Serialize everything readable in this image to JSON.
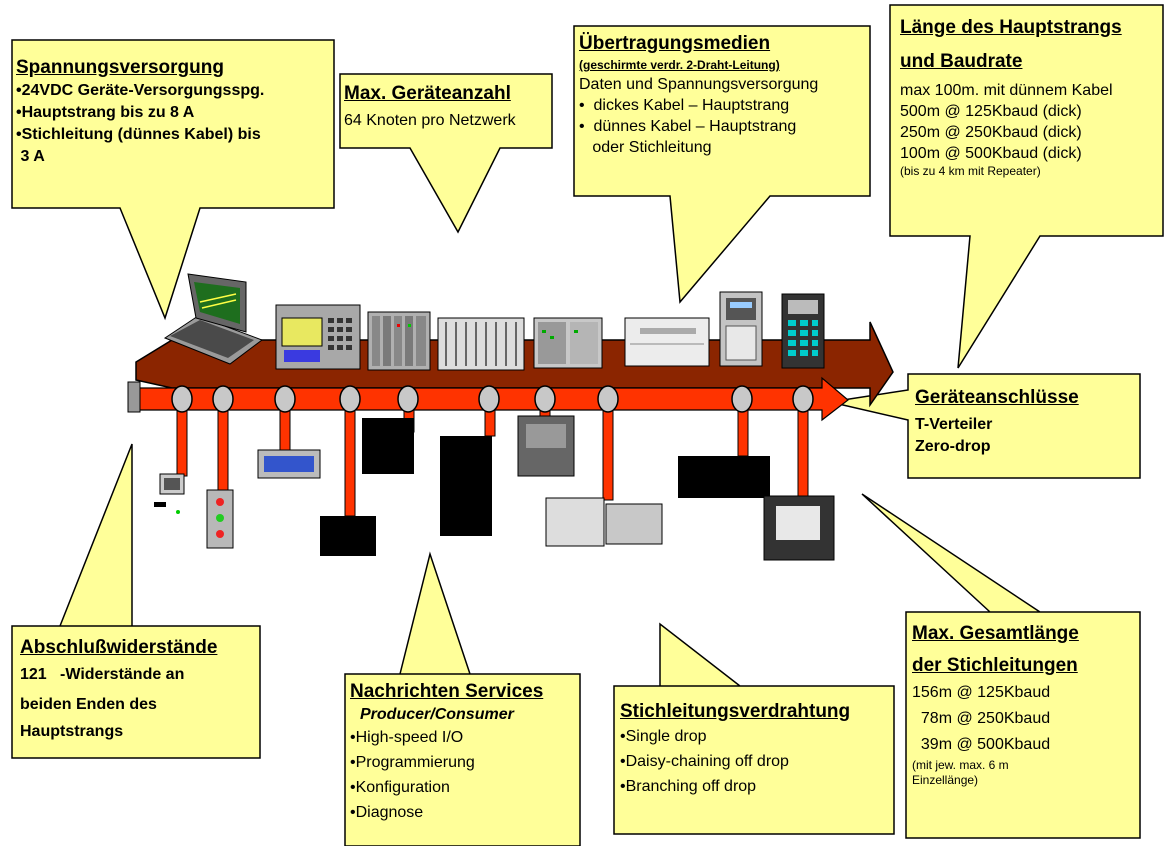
{
  "callouts": {
    "spannung": {
      "title": "Spannungsversorgung",
      "lines": [
        "•24VDC Geräte-Versorgungsspg.",
        "•Hauptstrang bis zu 8 A",
        "•Stichleitung (dünnes Kabel) bis",
        " 3 A"
      ]
    },
    "geraeteanzahl": {
      "title": "Max. Geräteanzahl",
      "lines": [
        "64 Knoten pro Netzwerk"
      ]
    },
    "medien": {
      "title": "Übertragungsmedien",
      "subtitle": "(geschirmte verdr. 2-Draht-Leitung)",
      "lines": [
        "Daten und Spannungsversorgung",
        "•  dickes Kabel – Hauptstrang",
        "•  dünnes Kabel – Hauptstrang",
        "   oder Stichleitung"
      ]
    },
    "laenge": {
      "title_line1": "Länge des Hauptstrangs",
      "title_line2": "und Baudrate",
      "lines": [
        "max 100m. mit dünnem Kabel",
        "500m @ 125Kbaud (dick)",
        "250m @ 250Kbaud (dick)",
        "100m @ 500Kbaud (dick)"
      ],
      "note": "(bis zu 4 km mit Repeater)"
    },
    "anschluesse": {
      "title": "Geräteanschlüsse",
      "lines": [
        "T-Verteiler",
        "Zero-drop"
      ]
    },
    "abschluss": {
      "title": "Abschlußwiderstände",
      "lines": [
        "121   -Widerstände an",
        "beiden Enden des",
        "Hauptstrangs"
      ]
    },
    "nachrichten": {
      "title": "Nachrichten Services",
      "subtitle": "Producer/Consumer",
      "lines": [
        "•High-speed I/O",
        "•Programmierung",
        "•Konfiguration",
        "•Diagnose"
      ]
    },
    "stichverdrahtung": {
      "title": "Stichleitungsverdrahtung",
      "lines": [
        "•Single drop",
        "•Daisy-chaining off drop",
        "•Branching off drop"
      ]
    },
    "gesamtlaenge": {
      "title_line1": "Max. Gesamtlänge",
      "title_line2": "der Stichleitungen",
      "lines": [
        "156m @ 125Kbaud",
        "  78m @ 250Kbaud",
        "  39m @ 500Kbaud"
      ],
      "note_lines": [
        "(mit jew. max. 6 m",
        "Einzellänge)"
      ]
    }
  },
  "colors": {
    "callout_fill": "#ffff99",
    "callout_stroke": "#000000",
    "trunk_dark": "#8b2500",
    "trunk_light": "#ff3300",
    "tap_fill": "#c8c8c8"
  }
}
